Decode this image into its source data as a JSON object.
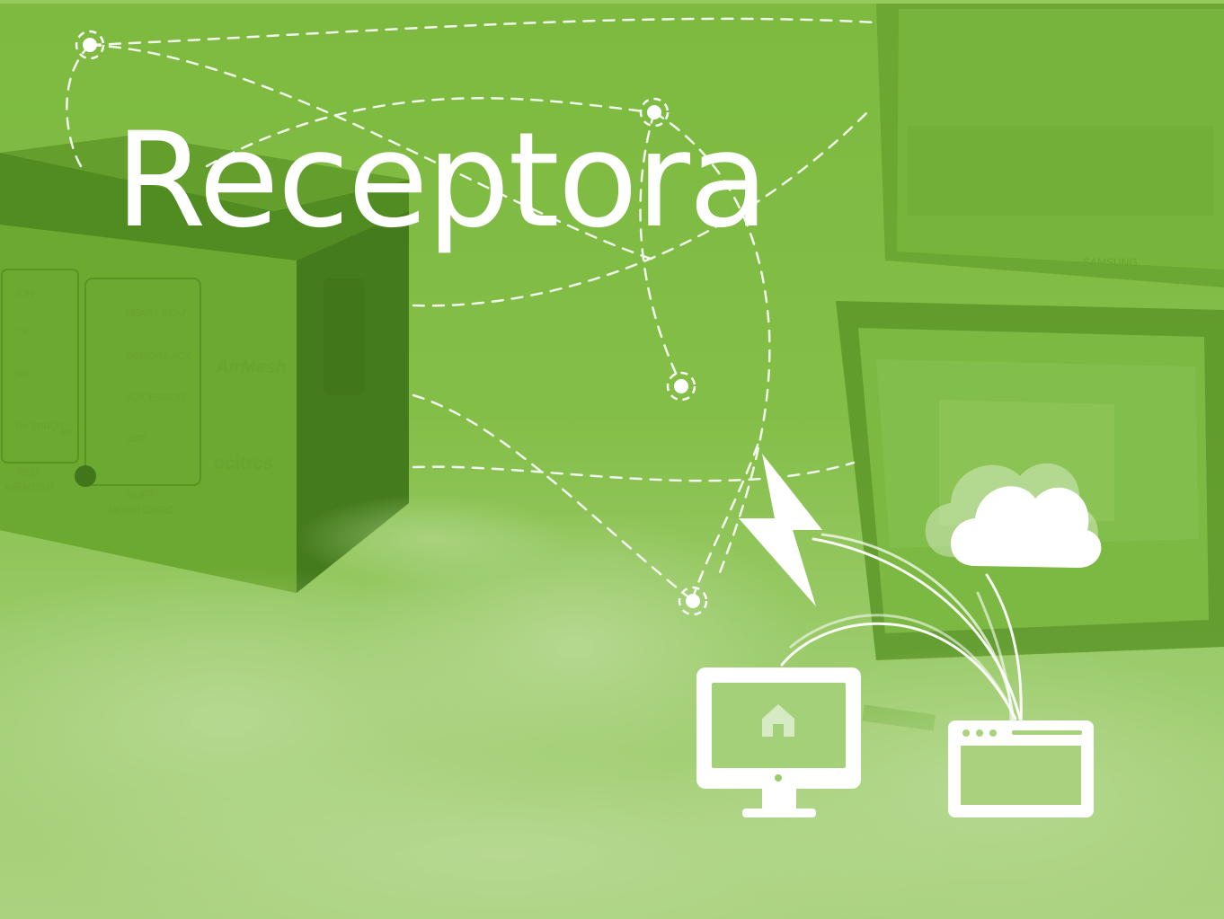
{
  "title": "Receptora",
  "device": {
    "brand": "AirMesh",
    "maker": "ocitrcs",
    "leds_left": [
      "ION",
      "TX",
      "RX",
      "RX ERROR",
      "RT"
    ],
    "leds_right": [
      "HEART BEAT",
      "DEMORA ACK",
      "ACK ERROR",
      "COP"
    ],
    "group_left": [
      "RED",
      "AIRMESH"
    ],
    "group_right": [
      "SOFT",
      "MONITOREO"
    ]
  },
  "monitor_brand": "SAMSUNG",
  "colors": {
    "overlay_green": "#7dba3f",
    "icon_white": "#ffffff"
  },
  "icons": [
    "lightning-icon",
    "cloud-icon",
    "desktop-monitor-icon",
    "home-icon",
    "browser-window-icon",
    "mesh-node-icon"
  ]
}
